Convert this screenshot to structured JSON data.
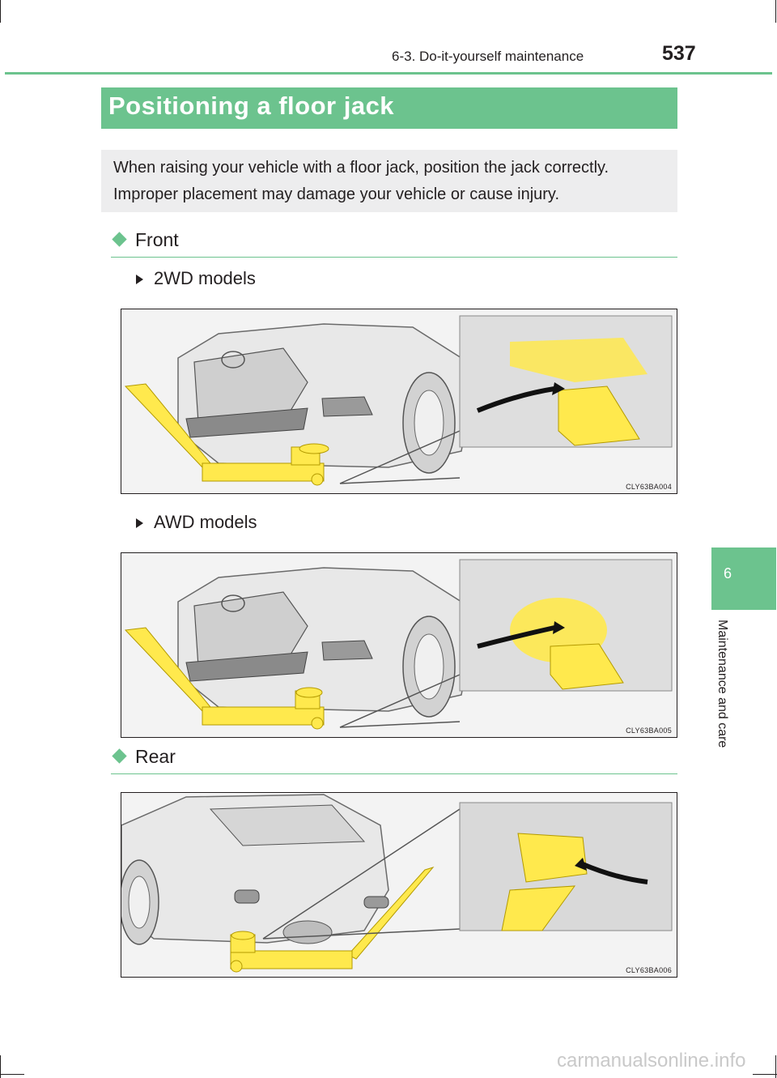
{
  "header": {
    "section": "6-3. Do-it-yourself maintenance",
    "page_number": "537"
  },
  "title": "Positioning a floor jack",
  "intro": "When raising your vehicle with a floor jack, position the jack correctly. Improper placement may damage your vehicle or cause injury.",
  "sections": {
    "front": {
      "label": "Front",
      "sub_2wd": "2WD models",
      "sub_awd": "AWD models",
      "fig_2wd_code": "CLY63BA004",
      "fig_awd_code": "CLY63BA005"
    },
    "rear": {
      "label": "Rear",
      "fig_code": "CLY63BA006"
    }
  },
  "side_tab": {
    "chapter": "6",
    "title": "Maintenance and care"
  },
  "watermark": "carmanualsonline.info",
  "colors": {
    "accent": "#6cc38e",
    "jack": "#ffe94d",
    "text": "#231f20",
    "intro_bg": "#ededee"
  }
}
